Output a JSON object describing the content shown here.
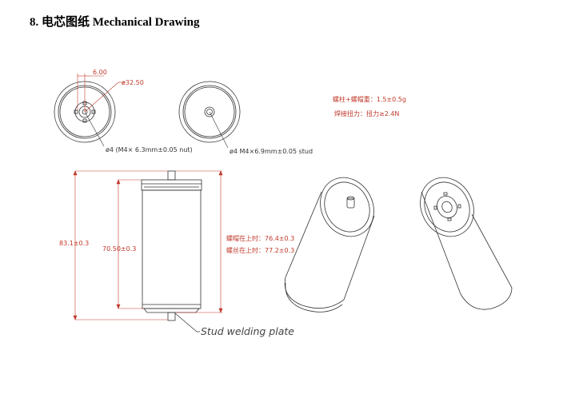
{
  "heading": "8. 电芯图纸 Mechanical Drawing",
  "top_view_nut": {
    "dim_offset": "6.00",
    "dim_diameter": "ø32.50",
    "thread_label": "ø4  (M4× 6.3mm±0.05 nut)"
  },
  "top_view_stud": {
    "thread_label": "ø4  M4×6.9mm±0.05 stud"
  },
  "specs": {
    "weight": "螺柱+螺帽重：1.5±0.5g",
    "torque": "焊接扭力：扭力≥2.4N"
  },
  "side_view": {
    "total_height": "83.1±0.3",
    "body_height": "70.50±0.3",
    "nut_height": "螺帽在上时：76.4±0.3",
    "stud_height": "螺丝在上时：77.2±0.3",
    "plate_label": "Stud welding plate"
  },
  "colors": {
    "dimension": "#c0392b",
    "outline": "#333333"
  }
}
